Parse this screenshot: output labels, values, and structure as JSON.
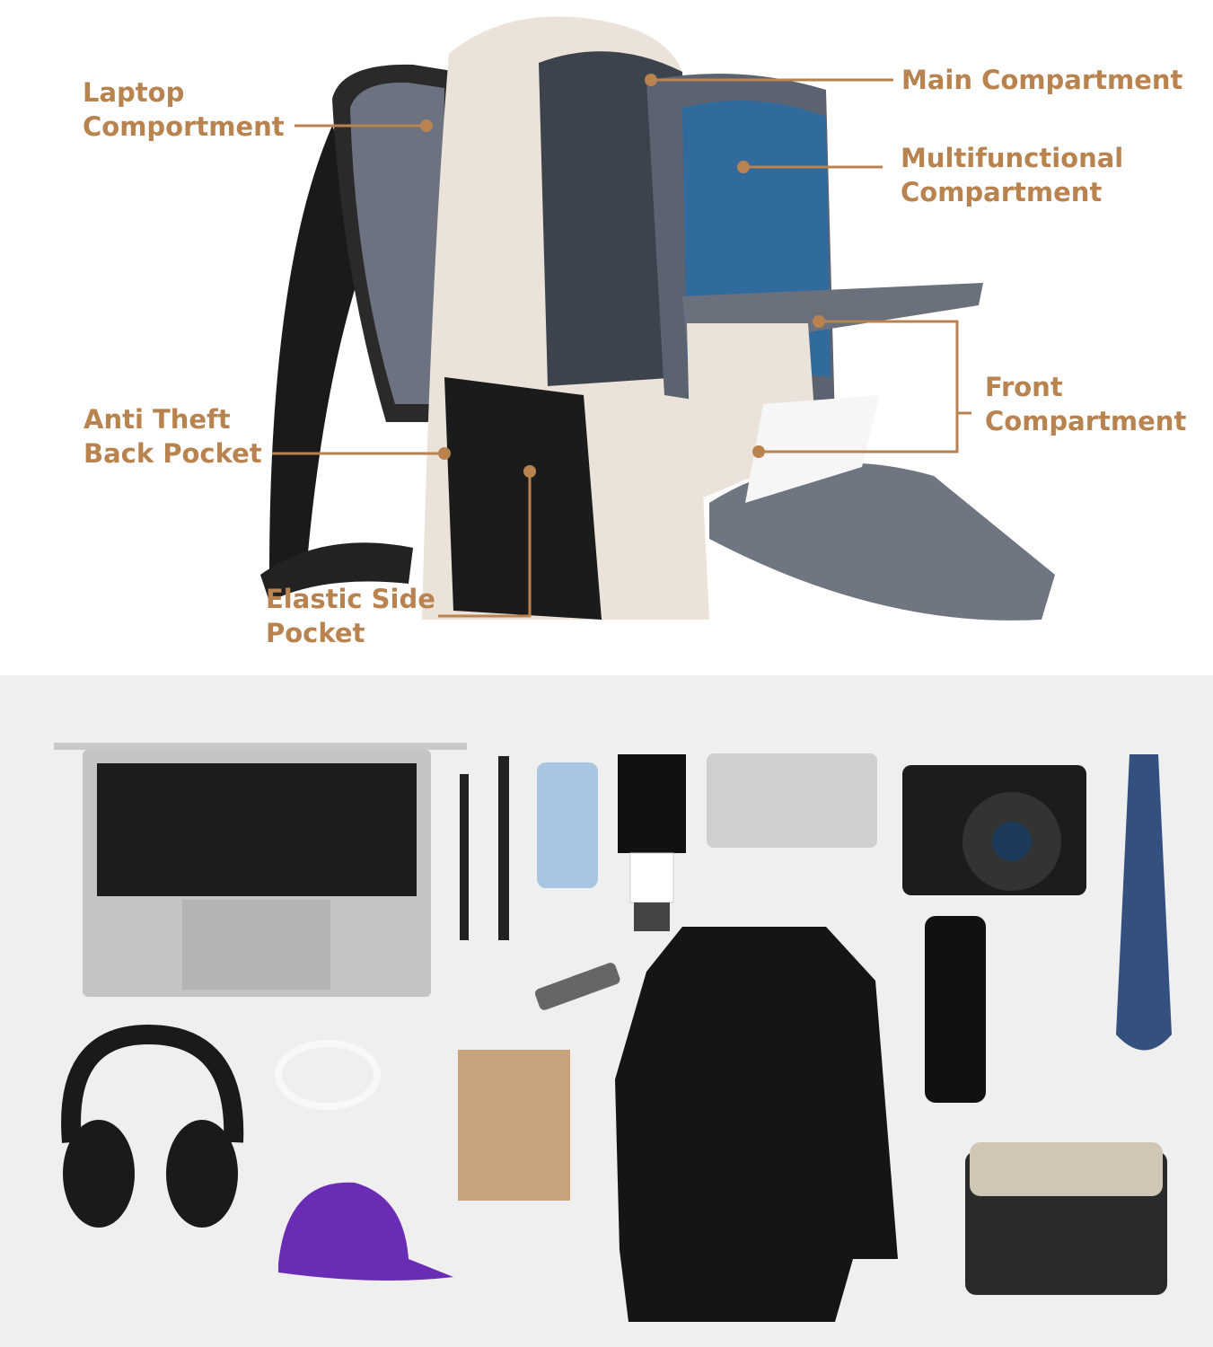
{
  "accent_color": "#b98350",
  "labels": {
    "laptop": [
      "Laptop",
      "Comportment"
    ],
    "main": "Main Compartment",
    "multi": [
      "Multifunctional",
      "Compartment"
    ],
    "front": [
      "Front",
      "Compartment"
    ],
    "anti": [
      "Anti Theft",
      "Back Pocket"
    ],
    "elastic": [
      "Elastic Side",
      "Pocket"
    ]
  },
  "items": [
    "laptop",
    "pens",
    "phone",
    "tube",
    "power-bank",
    "camera",
    "umbrella",
    "usb-hub",
    "bottle",
    "headphones",
    "cable",
    "notebook",
    "cap",
    "leather-jacket",
    "folded-pants"
  ]
}
